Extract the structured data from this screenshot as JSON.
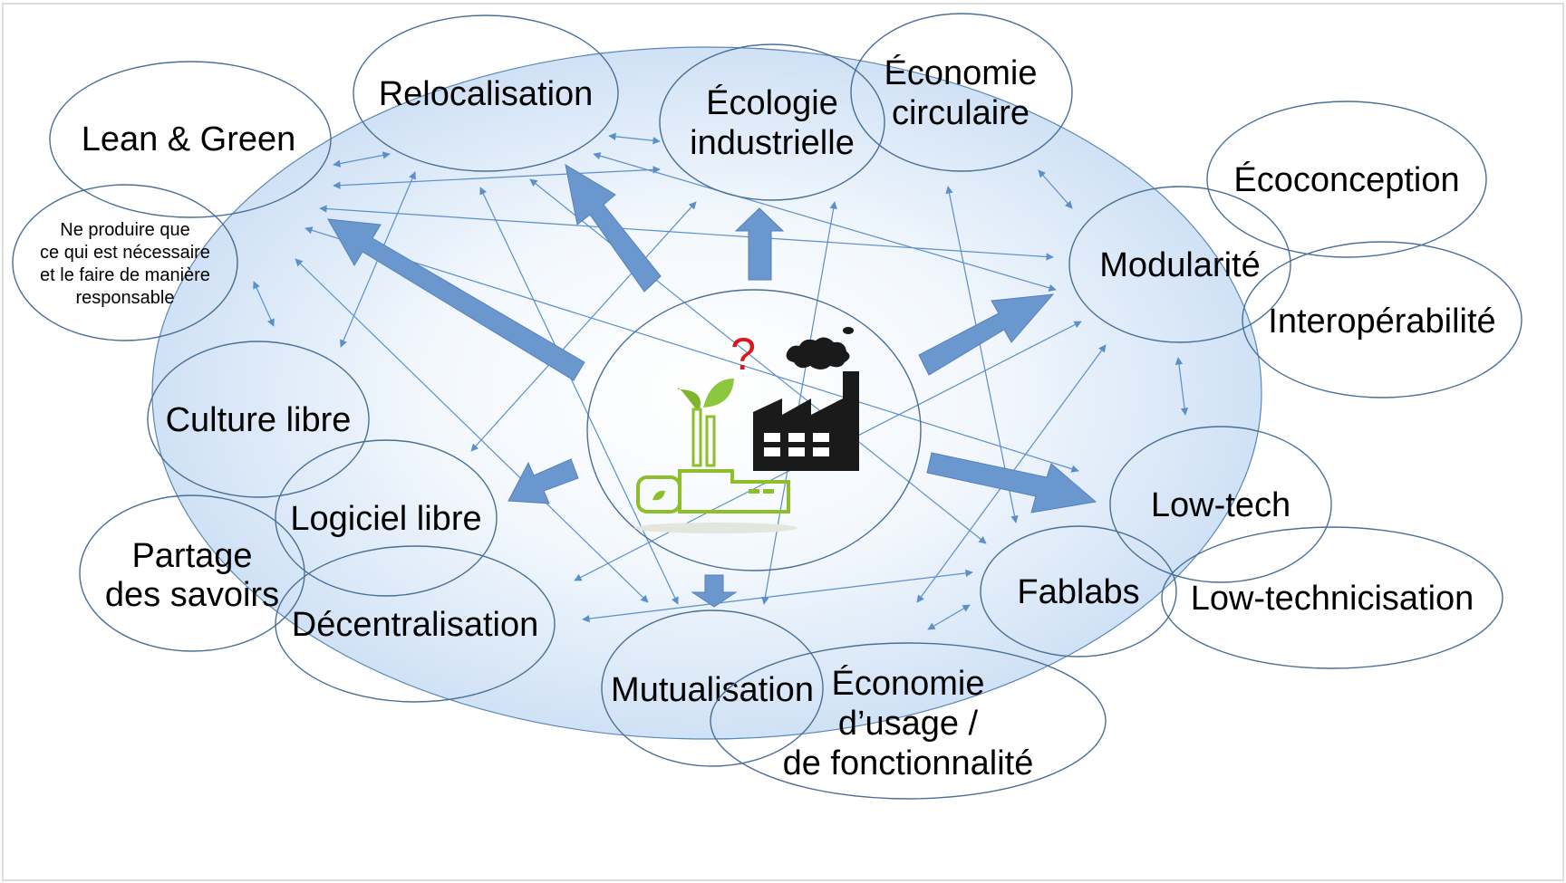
{
  "diagram": {
    "colors": {
      "halo_inner": "#ffffff",
      "halo_outer": "#cfe2f6",
      "halo_stroke": "#5b86b5",
      "ellipse_stroke": "#4a6f96",
      "arrow_fill": "#6b97cf",
      "link_stroke": "#5b8fc7",
      "question_mark": "#e0141b",
      "factory": "#1a1a1a",
      "green_factory": "#8dbf2a"
    },
    "center": {
      "question": "?",
      "icon_green_factory": "green-factory-icon",
      "icon_factory": "factory-icon"
    },
    "nodes": {
      "lean_green": "Lean & Green",
      "relocalisation": "Relocalisation",
      "ecologie_1": "Écologie",
      "ecologie_2": "industrielle",
      "eco_circ_1": "Économie",
      "eco_circ_2": "circulaire",
      "ecoconception": "Écoconception",
      "ne_produire_1": "Ne produire que",
      "ne_produire_2": "ce qui est nécessaire",
      "ne_produire_3": "et le faire de manière",
      "ne_produire_4": "responsable",
      "modularite": "Modularité",
      "interoperabilite": "Interopérabilité",
      "culture_libre": "Culture libre",
      "logiciel_libre": "Logiciel libre",
      "partage_1": "Partage",
      "partage_2": "des savoirs",
      "decentralisation": "Décentralisation",
      "low_tech": "Low-tech",
      "fablabs": "Fablabs",
      "low_technicisation": "Low-technicisation",
      "mutualisation": "Mutualisation",
      "eco_usage_1": "Économie",
      "eco_usage_2": "d’usage /",
      "eco_usage_3": "de fonctionnalité"
    }
  }
}
